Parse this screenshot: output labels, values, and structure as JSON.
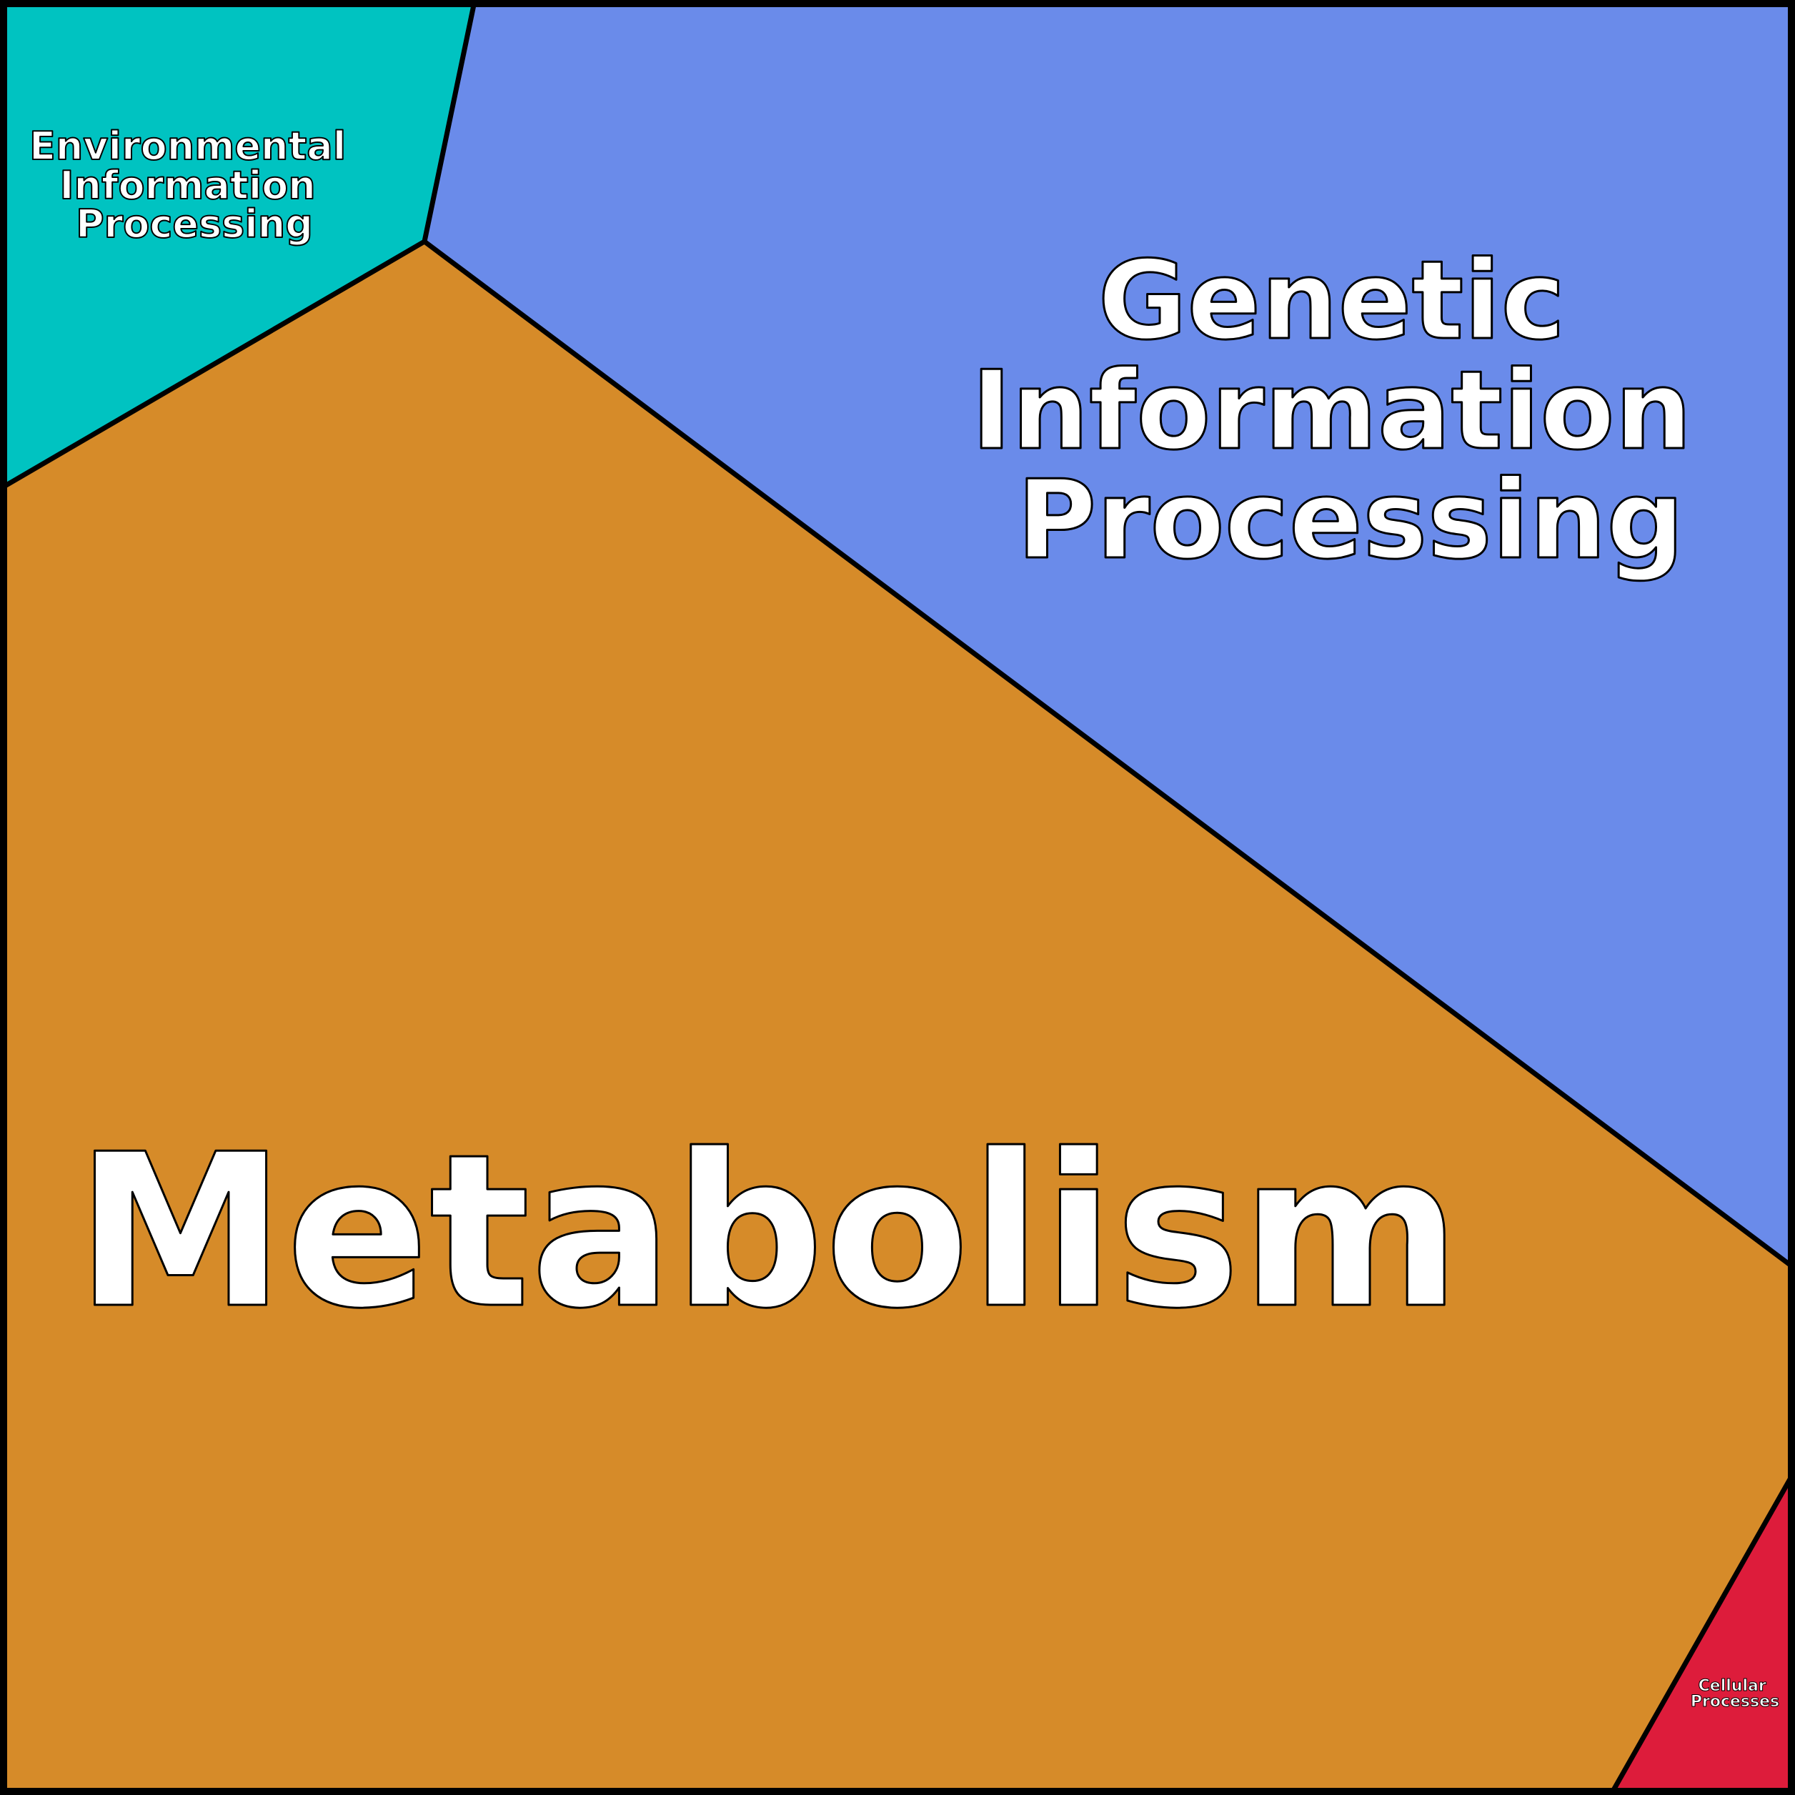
{
  "diagram": {
    "regions": [
      {
        "id": "environmental-information-processing",
        "lines": [
          "Environmental",
          "Information",
          "Processing"
        ],
        "color": "#00c3c1"
      },
      {
        "id": "genetic-information-processing",
        "lines": [
          "Genetic",
          "Information",
          "Processing"
        ],
        "color": "#6a8bea"
      },
      {
        "id": "metabolism",
        "lines": [
          "Metabolism"
        ],
        "color": "#d68b29"
      },
      {
        "id": "cellular-processes",
        "lines": [
          "Cellular",
          "Processes"
        ],
        "color": "#dd1c3b"
      }
    ],
    "border_color": "#000000"
  }
}
